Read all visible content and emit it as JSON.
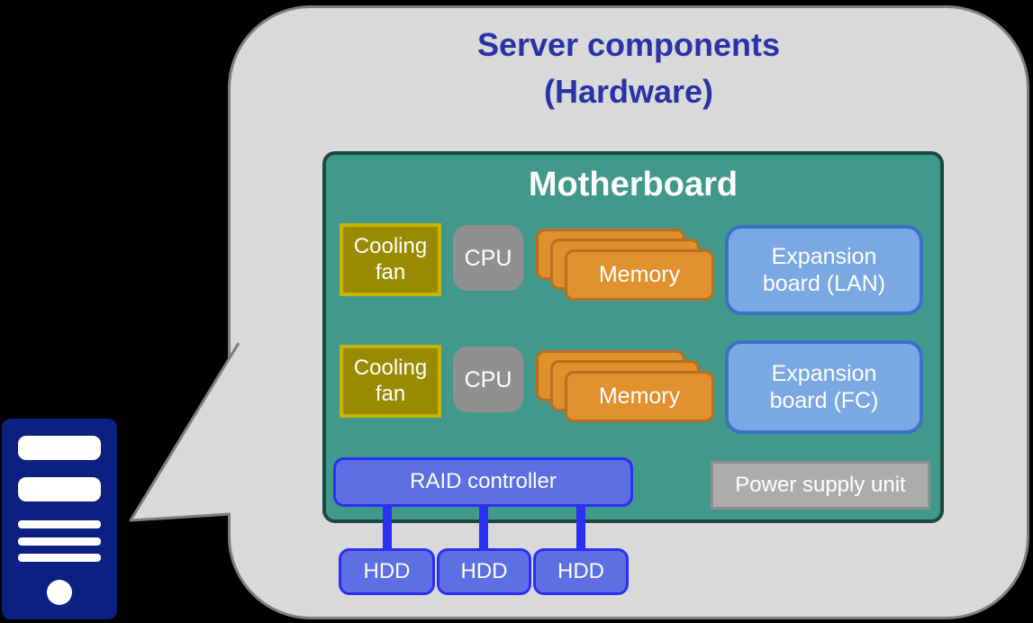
{
  "title": {
    "line1": "Server components",
    "line2": "(Hardware)"
  },
  "motherboard": {
    "label": "Motherboard",
    "rows": [
      {
        "cooling_fan": "Cooling fan",
        "cpu": "CPU",
        "memory": "Memory",
        "expansion": "Expansion board (LAN)"
      },
      {
        "cooling_fan": "Cooling fan",
        "cpu": "CPU",
        "memory": "Memory",
        "expansion": "Expansion board (FC)"
      }
    ],
    "raid_controller": "RAID controller",
    "power_supply": "Power supply unit"
  },
  "hdds": [
    "HDD",
    "HDD",
    "HDD"
  ],
  "icons": {
    "server": "server-tower-icon"
  },
  "colors": {
    "background": "#000000",
    "bubble_fill": "#D9D9D9",
    "bubble_border": "#7E7E7E",
    "title_text": "#2733A8",
    "motherboard_fill": "#41998C",
    "motherboard_border": "#1B4A40",
    "cooling_fan_fill": "#9A8A00",
    "cooling_fan_border": "#C6B400",
    "cpu_fill": "#909090",
    "memory_fill": "#E1902E",
    "memory_border": "#B96F1D",
    "expansion_fill": "#7AA8E2",
    "expansion_border": "#3B70C6",
    "raid_hdd_fill": "#5C6FE3",
    "raid_hdd_border": "#2B2FF2",
    "connector": "#2B2FF2",
    "power_supply_fill": "#ACACAC",
    "server_icon_fill": "#0B2080",
    "label_text": "#FFFFFF"
  }
}
